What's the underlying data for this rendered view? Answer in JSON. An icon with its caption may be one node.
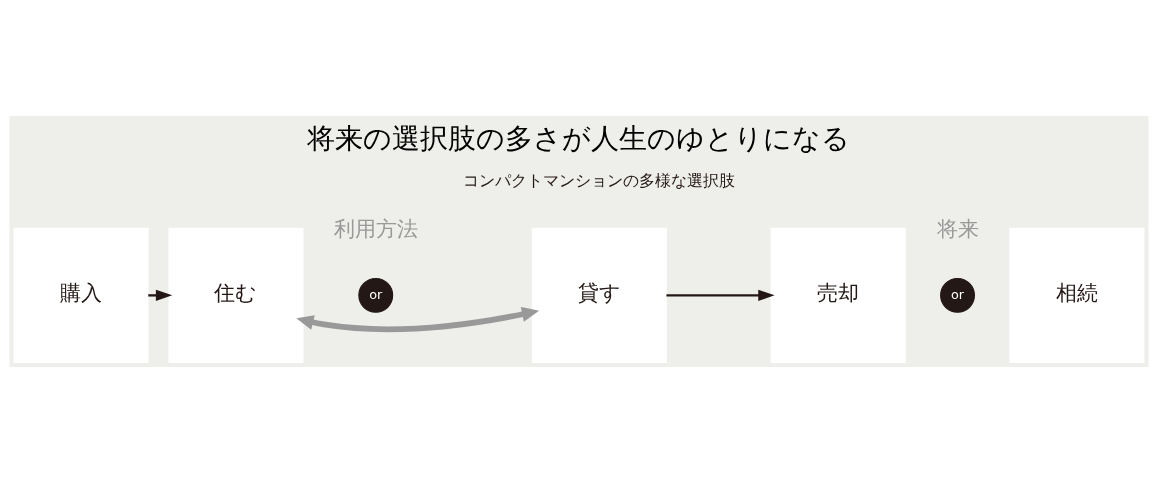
{
  "diagram": {
    "title": "将来の選択肢の多さが人生のゆとりになる",
    "nodes": [
      {
        "text": [
          "購入"
        ]
      },
      {
        "text": [
          "住む"
        ]
      },
      {
        "text": [
          "or"
        ]
      },
      {
        "text": [
          "貸す"
        ]
      },
      {
        "text": [
          "売却"
        ]
      },
      {
        "text": [
          "or"
        ]
      },
      {
        "text": [
          "相続"
        ]
      }
    ],
    "edges": [
      {
        "from": 0,
        "to": 1,
        "arrow": "to"
      },
      {
        "from": 1,
        "to": 3,
        "arrow": "both",
        "style": "thick",
        "color": "#999999"
      },
      {
        "from": 3,
        "to": 4,
        "arrow": "to"
      }
    ],
    "labels": [
      "コンパクトマンションの多様な選択肢",
      "利用方法",
      "将来"
    ]
  }
}
